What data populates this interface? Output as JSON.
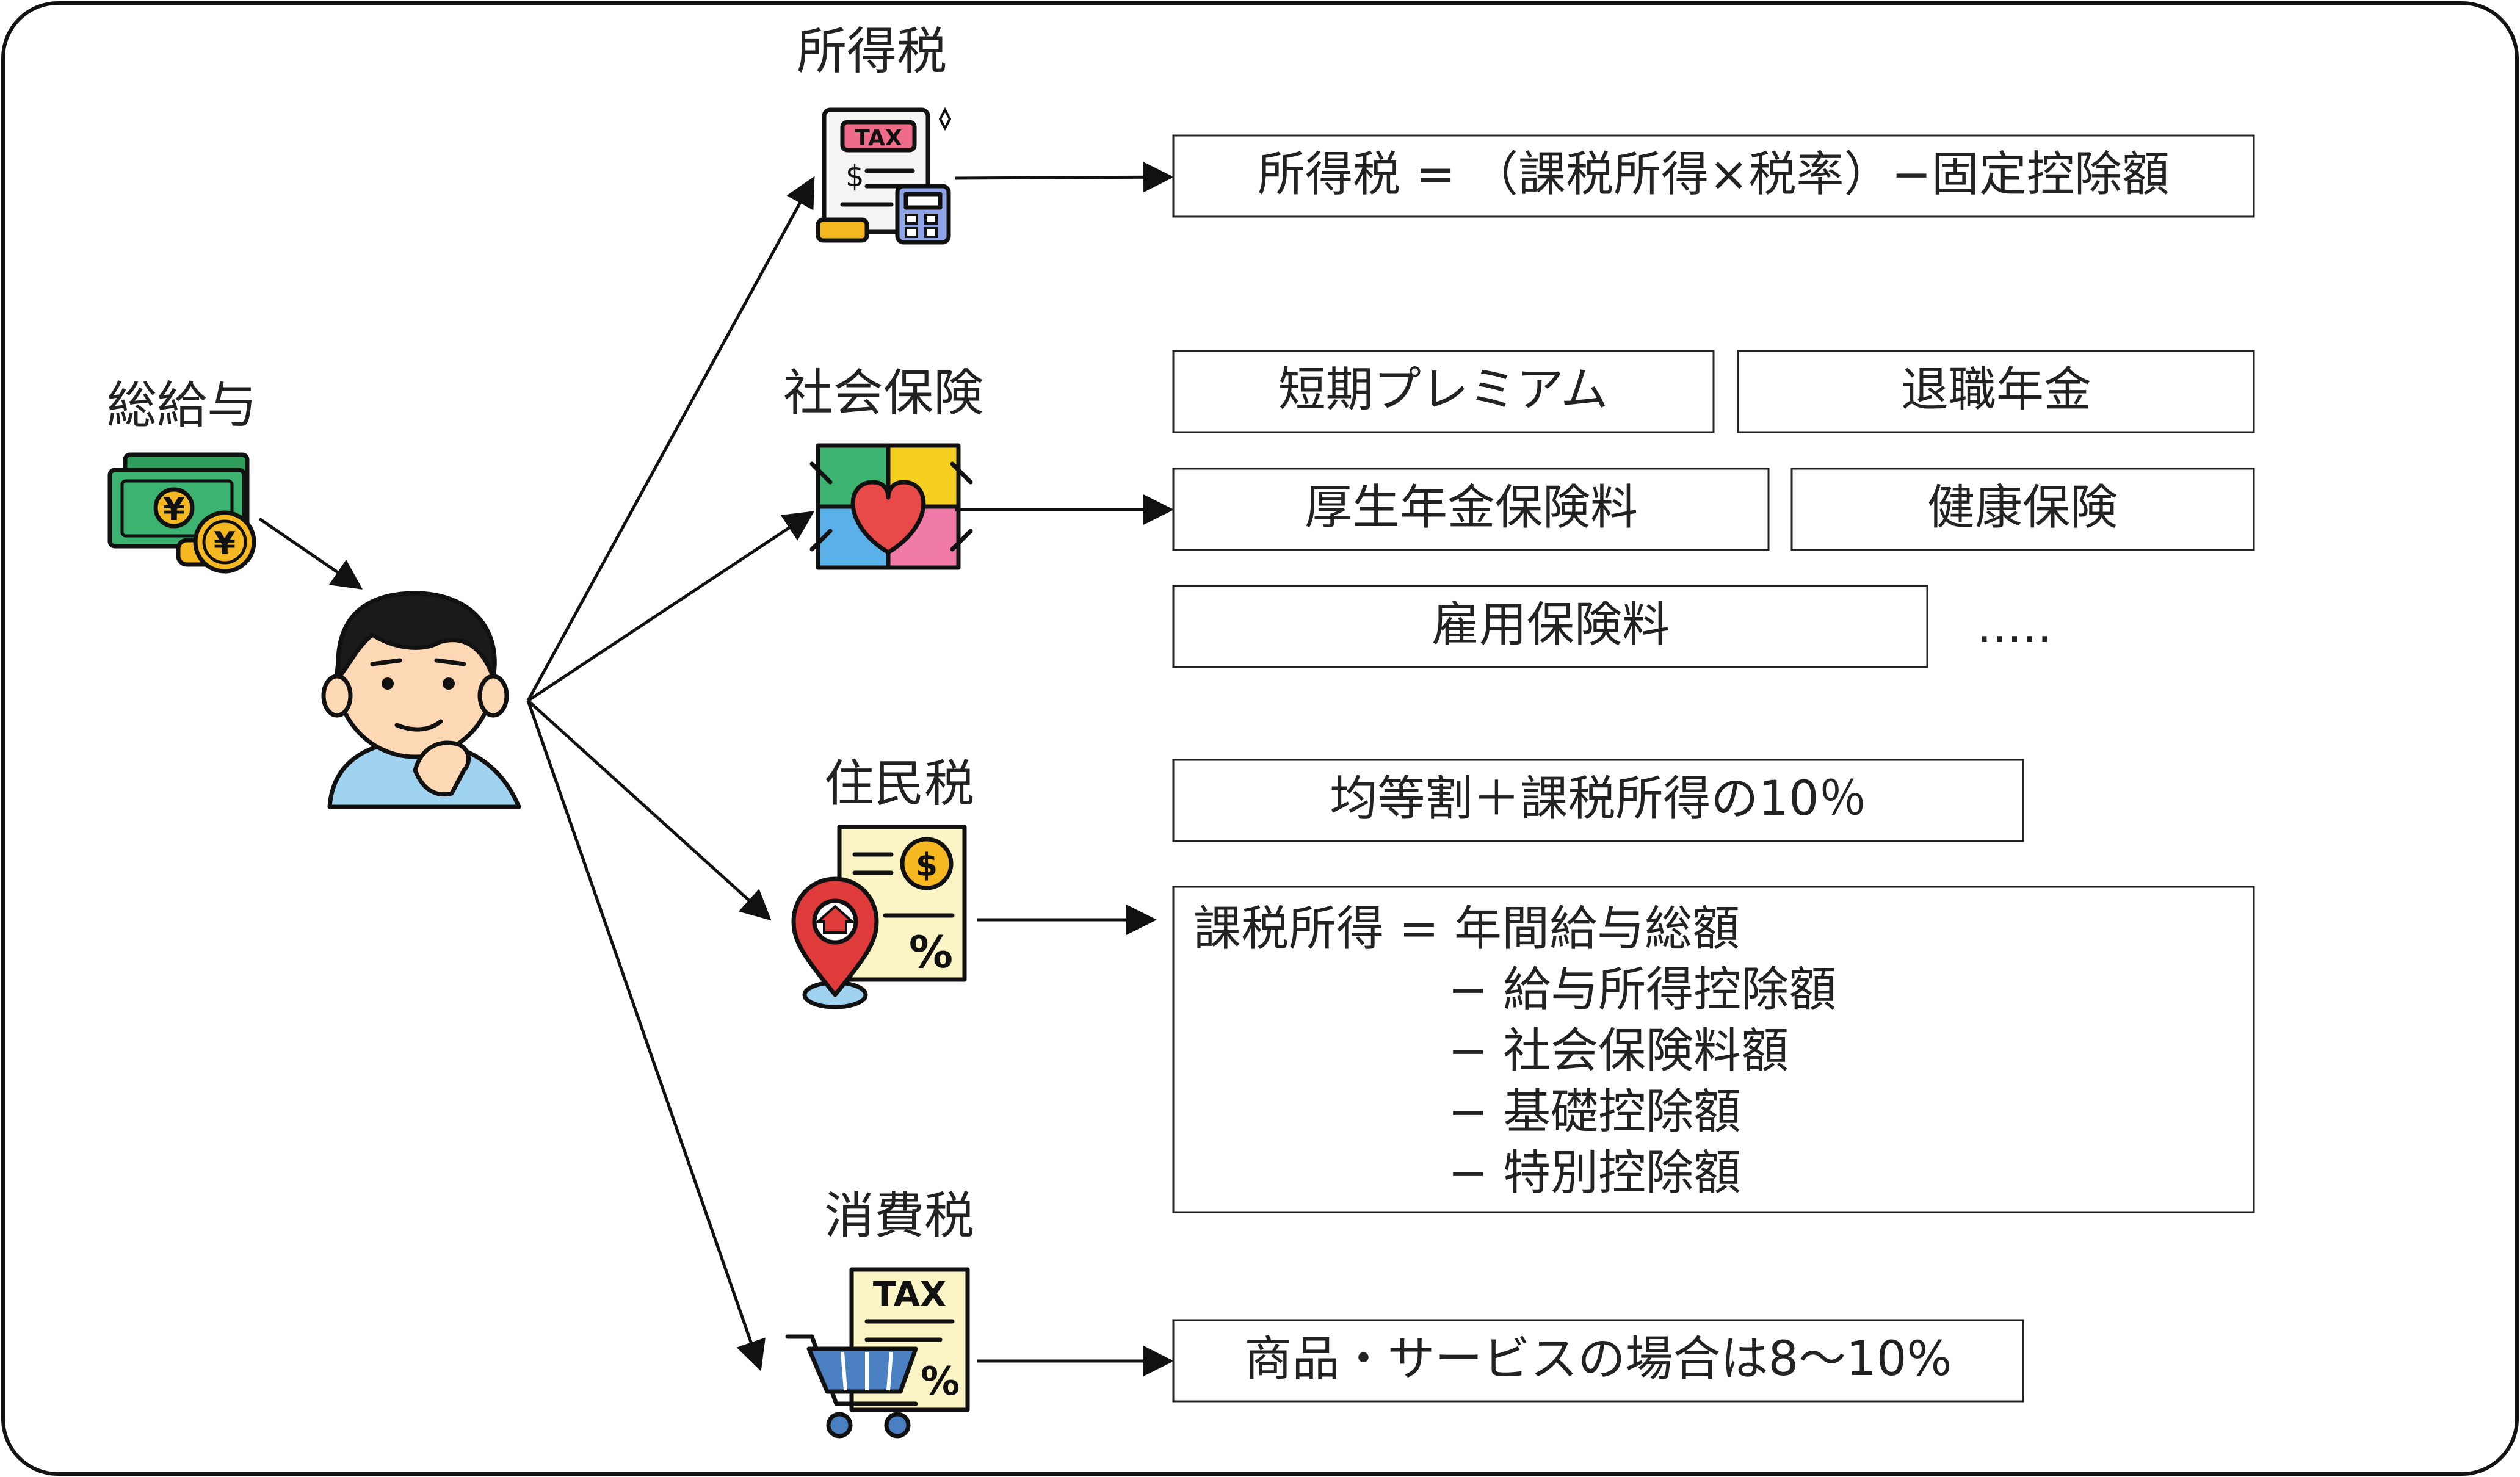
{
  "labels": {
    "gross": "総給与",
    "income_tax": "所得税",
    "social_insurance": "社会保険",
    "resident_tax": "住民税",
    "consumption_tax": "消費税"
  },
  "icon_text": {
    "tax_doc": "TAX",
    "dollar": "$",
    "yen": "¥",
    "percent": "%",
    "cart_doc": "TAX"
  },
  "boxes": {
    "income_formula": "所得税 = （課税所得×税率）−固定控除額",
    "short_premium": "短期プレミアム",
    "retirement_pension": "退職年金",
    "pension_premium": "厚生年金保険料",
    "health_insurance": "健康保険",
    "employment_insurance": "雇用保険料",
    "ellipsis": ".....",
    "resident_rate": "均等割＋課税所得の10％",
    "taxable_line1": "課税所得 = 年間給与総額",
    "taxable_line2": "− 給与所得控除額",
    "taxable_line3": "− 社会保険料額",
    "taxable_line4": "− 基礎控除額",
    "taxable_line5": "− 特別控除額",
    "consumption_rate": "商品・サービスの場合は8〜10%"
  },
  "colors": {
    "money_green": "#3cb371",
    "coin_gold": "#f5b820",
    "skin": "#fcd8b4",
    "hair": "#1a1a1a",
    "shirt": "#9fd2ef",
    "tax_pink": "#f06a8a",
    "calculator_blue": "#8fa3e8",
    "heart_red": "#e84a4a",
    "pin_red": "#e03b3b",
    "doc_yellow": "#fbf4c4",
    "cart_blue": "#4a7fc1"
  }
}
